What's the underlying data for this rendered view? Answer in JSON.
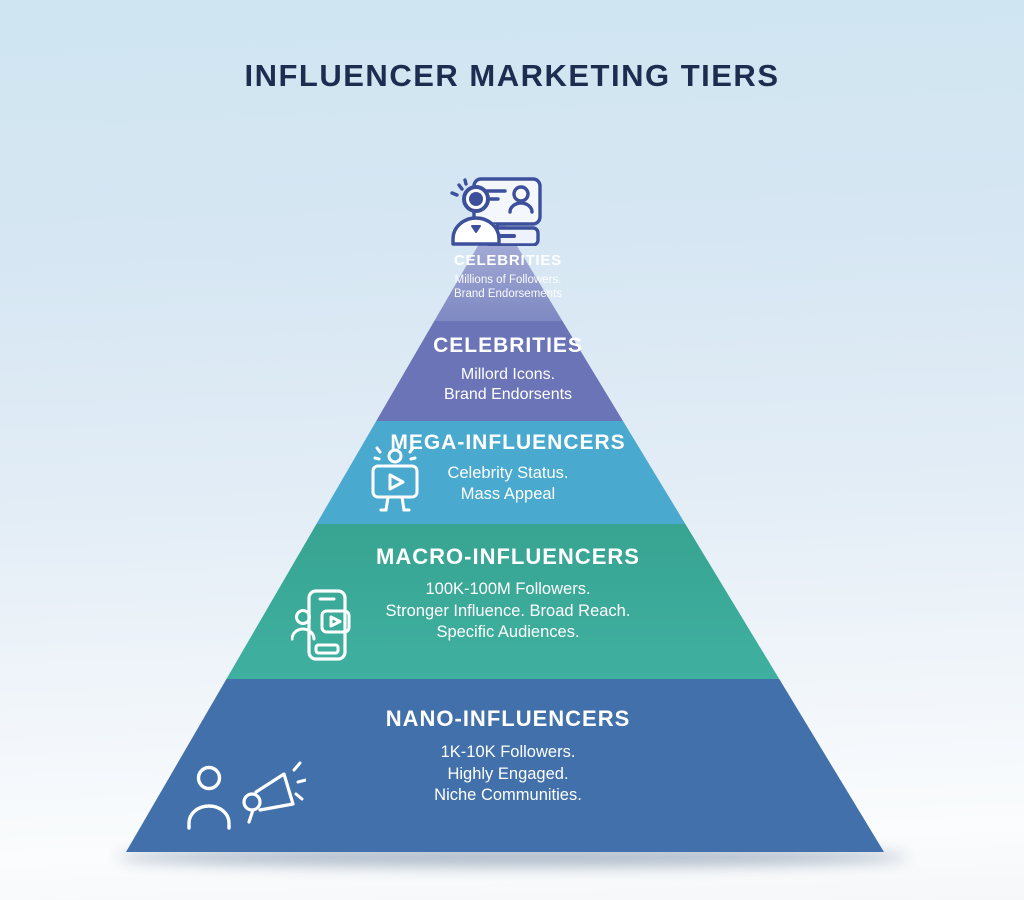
{
  "page": {
    "title": "INFLUENCER MARKETING TIERS"
  },
  "background": {
    "top": "#cfe5f2",
    "bottom": "#f8fafc"
  },
  "title_color": "#1e2c4f",
  "apex_icon": "spokesperson-profile-card-icon",
  "tiers": [
    {
      "id": "celebrities-apex",
      "title": "CELEBRITIES",
      "lines": [
        "Millions of Followers.",
        "Brand Endorsements"
      ],
      "color": "#8a94c9",
      "gradient_top": "#b3badd",
      "gradient_bottom": "#7f89c2",
      "icon": "spokesperson-profile-card-icon"
    },
    {
      "id": "celebrities",
      "title": "CELEBRITIES",
      "lines": [
        "Millord Icons.",
        "Brand Endorsents"
      ],
      "color": "#6a74b7",
      "icon": ""
    },
    {
      "id": "mega-influencers",
      "title": "MEGA-INFLUENCERS",
      "lines": [
        "Celebrity Status.",
        "Mass Appeal"
      ],
      "color": "#49a9ce",
      "icon": "presenter-video-board-icon"
    },
    {
      "id": "macro-influencers",
      "title": "MACRO-INFLUENCERS",
      "lines": [
        "100K-100M Followers.",
        "Stronger Influence. Broad Reach.",
        "Specific Audiences."
      ],
      "color": "#3aa693",
      "gradient_top": "#38a492",
      "gradient_bottom": "#3fb0a0",
      "icon": "phone-video-user-icon"
    },
    {
      "id": "nano-influencers",
      "title": "NANO-INFLUENCERS",
      "lines": [
        "1K-10K Followers.",
        "Highly Engaged.",
        "Niche Communities."
      ],
      "color": "#4170ab",
      "icon": "person-megaphone-icon"
    }
  ]
}
